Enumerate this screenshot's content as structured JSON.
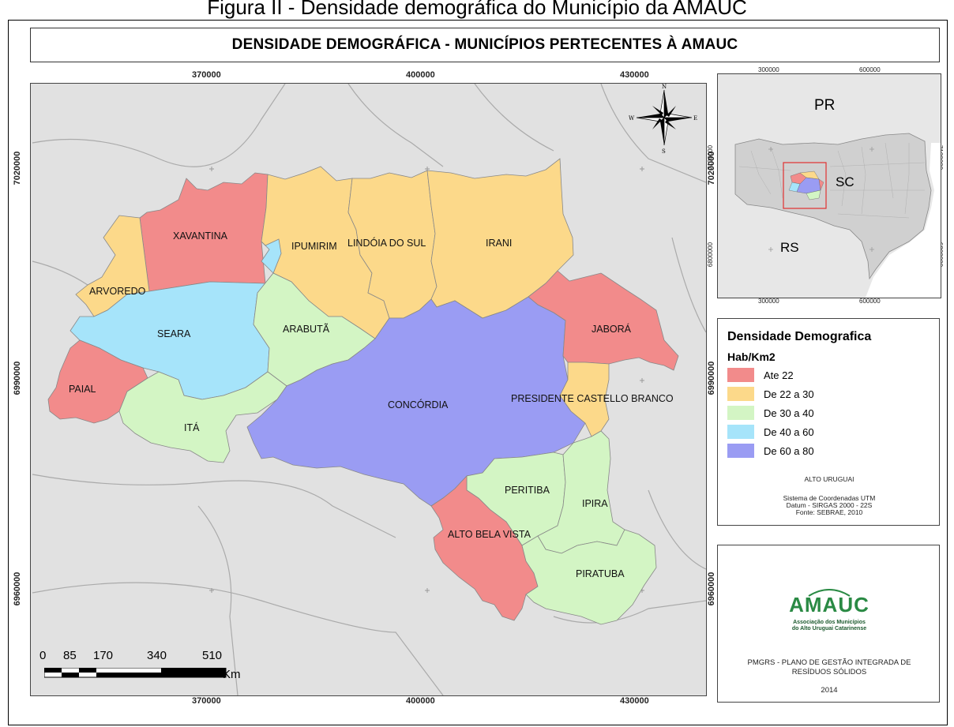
{
  "caption": "Figura II - Densidade demográfica do Município da AMAUC",
  "title": "DENSIDADE DEMOGRÁFICA - MUNICÍPIOS PERTECENTES À AMAUC",
  "axes": {
    "x_ticks": [
      "370000",
      "400000",
      "430000"
    ],
    "y_ticks": [
      "7020000",
      "6990000",
      "6960000"
    ]
  },
  "municipalities": [
    {
      "name": "XAVANTINA",
      "class": "Ate 22"
    },
    {
      "name": "ARVOREDO",
      "class": "De 22 a 30"
    },
    {
      "name": "IPUMIRIM",
      "class": "De 22 a 30"
    },
    {
      "name": "LINDÓIA DO SUL",
      "class": "De 22 a 30"
    },
    {
      "name": "IRANI",
      "class": "De 22 a 30"
    },
    {
      "name": "SEARA",
      "class": "De 40 a 60"
    },
    {
      "name": "ARABUTÃ",
      "class": "De 30 a 40"
    },
    {
      "name": "JABORÁ",
      "class": "Ate 22"
    },
    {
      "name": "PAIAL",
      "class": "Ate 22"
    },
    {
      "name": "CONCÓRDIA",
      "class": "De 60 a 80"
    },
    {
      "name": "PRESIDENTE CASTELLO BRANCO",
      "class": "De 22 a 30"
    },
    {
      "name": "ITÁ",
      "class": "De 30 a 40"
    },
    {
      "name": "PERITIBA",
      "class": "De 30 a 40"
    },
    {
      "name": "IPIRA",
      "class": "De 30 a 40"
    },
    {
      "name": "ALTO BELA VISTA",
      "class": "Ate 22"
    },
    {
      "name": "PIRATUBA",
      "class": "De 30 a 40"
    }
  ],
  "compass": {
    "n": "N",
    "s": "S",
    "e": "E",
    "w": "W"
  },
  "inset": {
    "x_ticks": [
      "300000",
      "600000"
    ],
    "y_ticks": [
      "7100000",
      "6800000"
    ],
    "states": [
      "PR",
      "SC",
      "RS"
    ]
  },
  "legend": {
    "title": "Densidade Demografica",
    "unit": "Hab/Km2",
    "items": [
      {
        "label": "Ate 22",
        "color": "#f28b8b"
      },
      {
        "label": "De 22 a 30",
        "color": "#fcd98a"
      },
      {
        "label": "De 30 a 40",
        "color": "#d3f5c4"
      },
      {
        "label": "De 40 a 60",
        "color": "#a6e4fa"
      },
      {
        "label": "De 60 a 80",
        "color": "#9a9cf3"
      }
    ],
    "region": "ALTO URUGUAI",
    "system": "Sistema de Coordenadas UTM",
    "datum": "Datum - SIRGAS 2000 - 22S",
    "source": "Fonte: SEBRAE, 2010"
  },
  "credits": {
    "logo": "AMAUC",
    "logo_sub1": "Associação dos Municípios",
    "logo_sub2": "do Alto Uruguai Catarinense",
    "plan1": "PMGRS - PLANO DE GESTÃO INTEGRADA DE",
    "plan2": "RESÍDUOS SÓLIDOS",
    "year": "2014"
  },
  "scale": {
    "labels": [
      "0",
      "85",
      "170",
      "340",
      "510"
    ],
    "unit": "Km"
  }
}
